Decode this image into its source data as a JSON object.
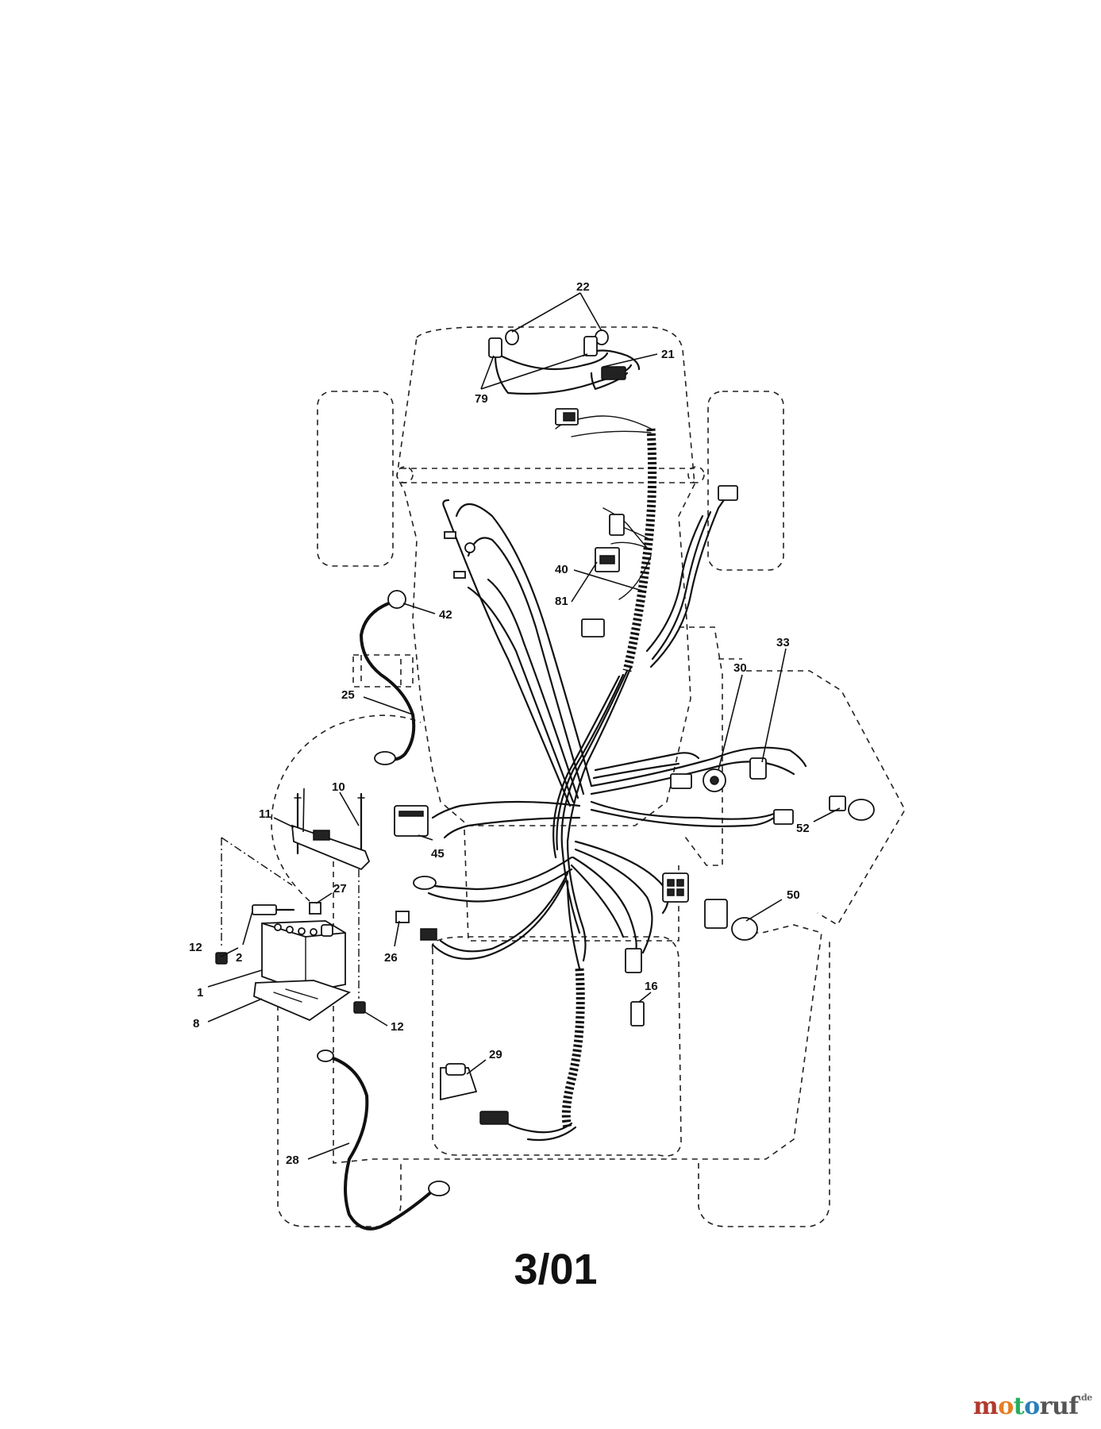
{
  "callouts": [
    {
      "id": "c22",
      "label": "22"
    },
    {
      "id": "c21",
      "label": "21"
    },
    {
      "id": "c79",
      "label": "79"
    },
    {
      "id": "c40",
      "label": "40"
    },
    {
      "id": "c81",
      "label": "81"
    },
    {
      "id": "c42",
      "label": "42"
    },
    {
      "id": "c25",
      "label": "25"
    },
    {
      "id": "c33",
      "label": "33"
    },
    {
      "id": "c30",
      "label": "30"
    },
    {
      "id": "c10",
      "label": "10"
    },
    {
      "id": "c11",
      "label": "11"
    },
    {
      "id": "c45",
      "label": "45"
    },
    {
      "id": "c52",
      "label": "52"
    },
    {
      "id": "c27",
      "label": "27"
    },
    {
      "id": "c50",
      "label": "50"
    },
    {
      "id": "c12a",
      "label": "12"
    },
    {
      "id": "c2",
      "label": "2"
    },
    {
      "id": "c26",
      "label": "26"
    },
    {
      "id": "c1",
      "label": "1"
    },
    {
      "id": "c16",
      "label": "16"
    },
    {
      "id": "c8",
      "label": "8"
    },
    {
      "id": "c12b",
      "label": "12"
    },
    {
      "id": "c29",
      "label": "29"
    },
    {
      "id": "c28",
      "label": "28"
    }
  ],
  "date_code": "3/01",
  "watermark": {
    "m": "m",
    "o1": "o",
    "t": "t",
    "o2": "o",
    "rest": "ruf",
    "tld": ".de"
  }
}
